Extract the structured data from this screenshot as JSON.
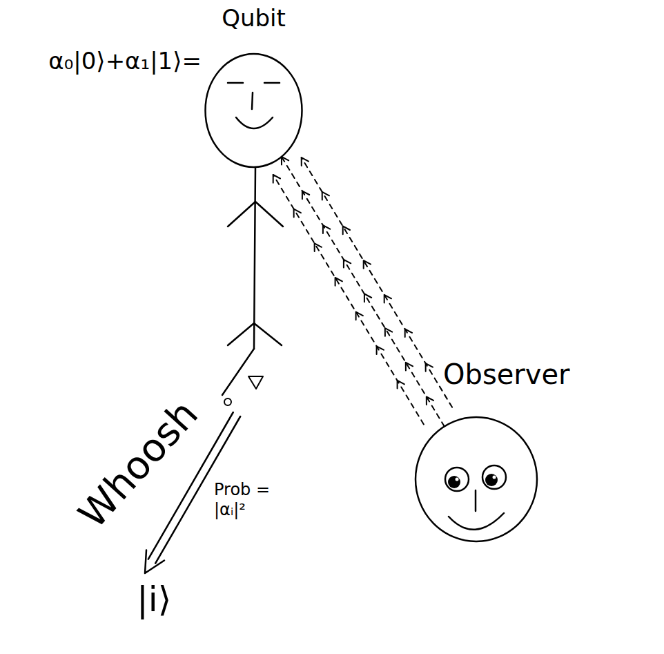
{
  "diagram": {
    "nodes": [
      {
        "text": [
          "Qubit"
        ]
      },
      {
        "text": [
          "Observer"
        ]
      }
    ],
    "edges": [
      {
        "from": 1,
        "to": 0,
        "arrow": "to"
      }
    ],
    "labels": [
      "α₀|0⟩+α₁|1⟩=",
      "Whoosh",
      "Prob = |αᵢ|²",
      "|i⟩"
    ]
  }
}
